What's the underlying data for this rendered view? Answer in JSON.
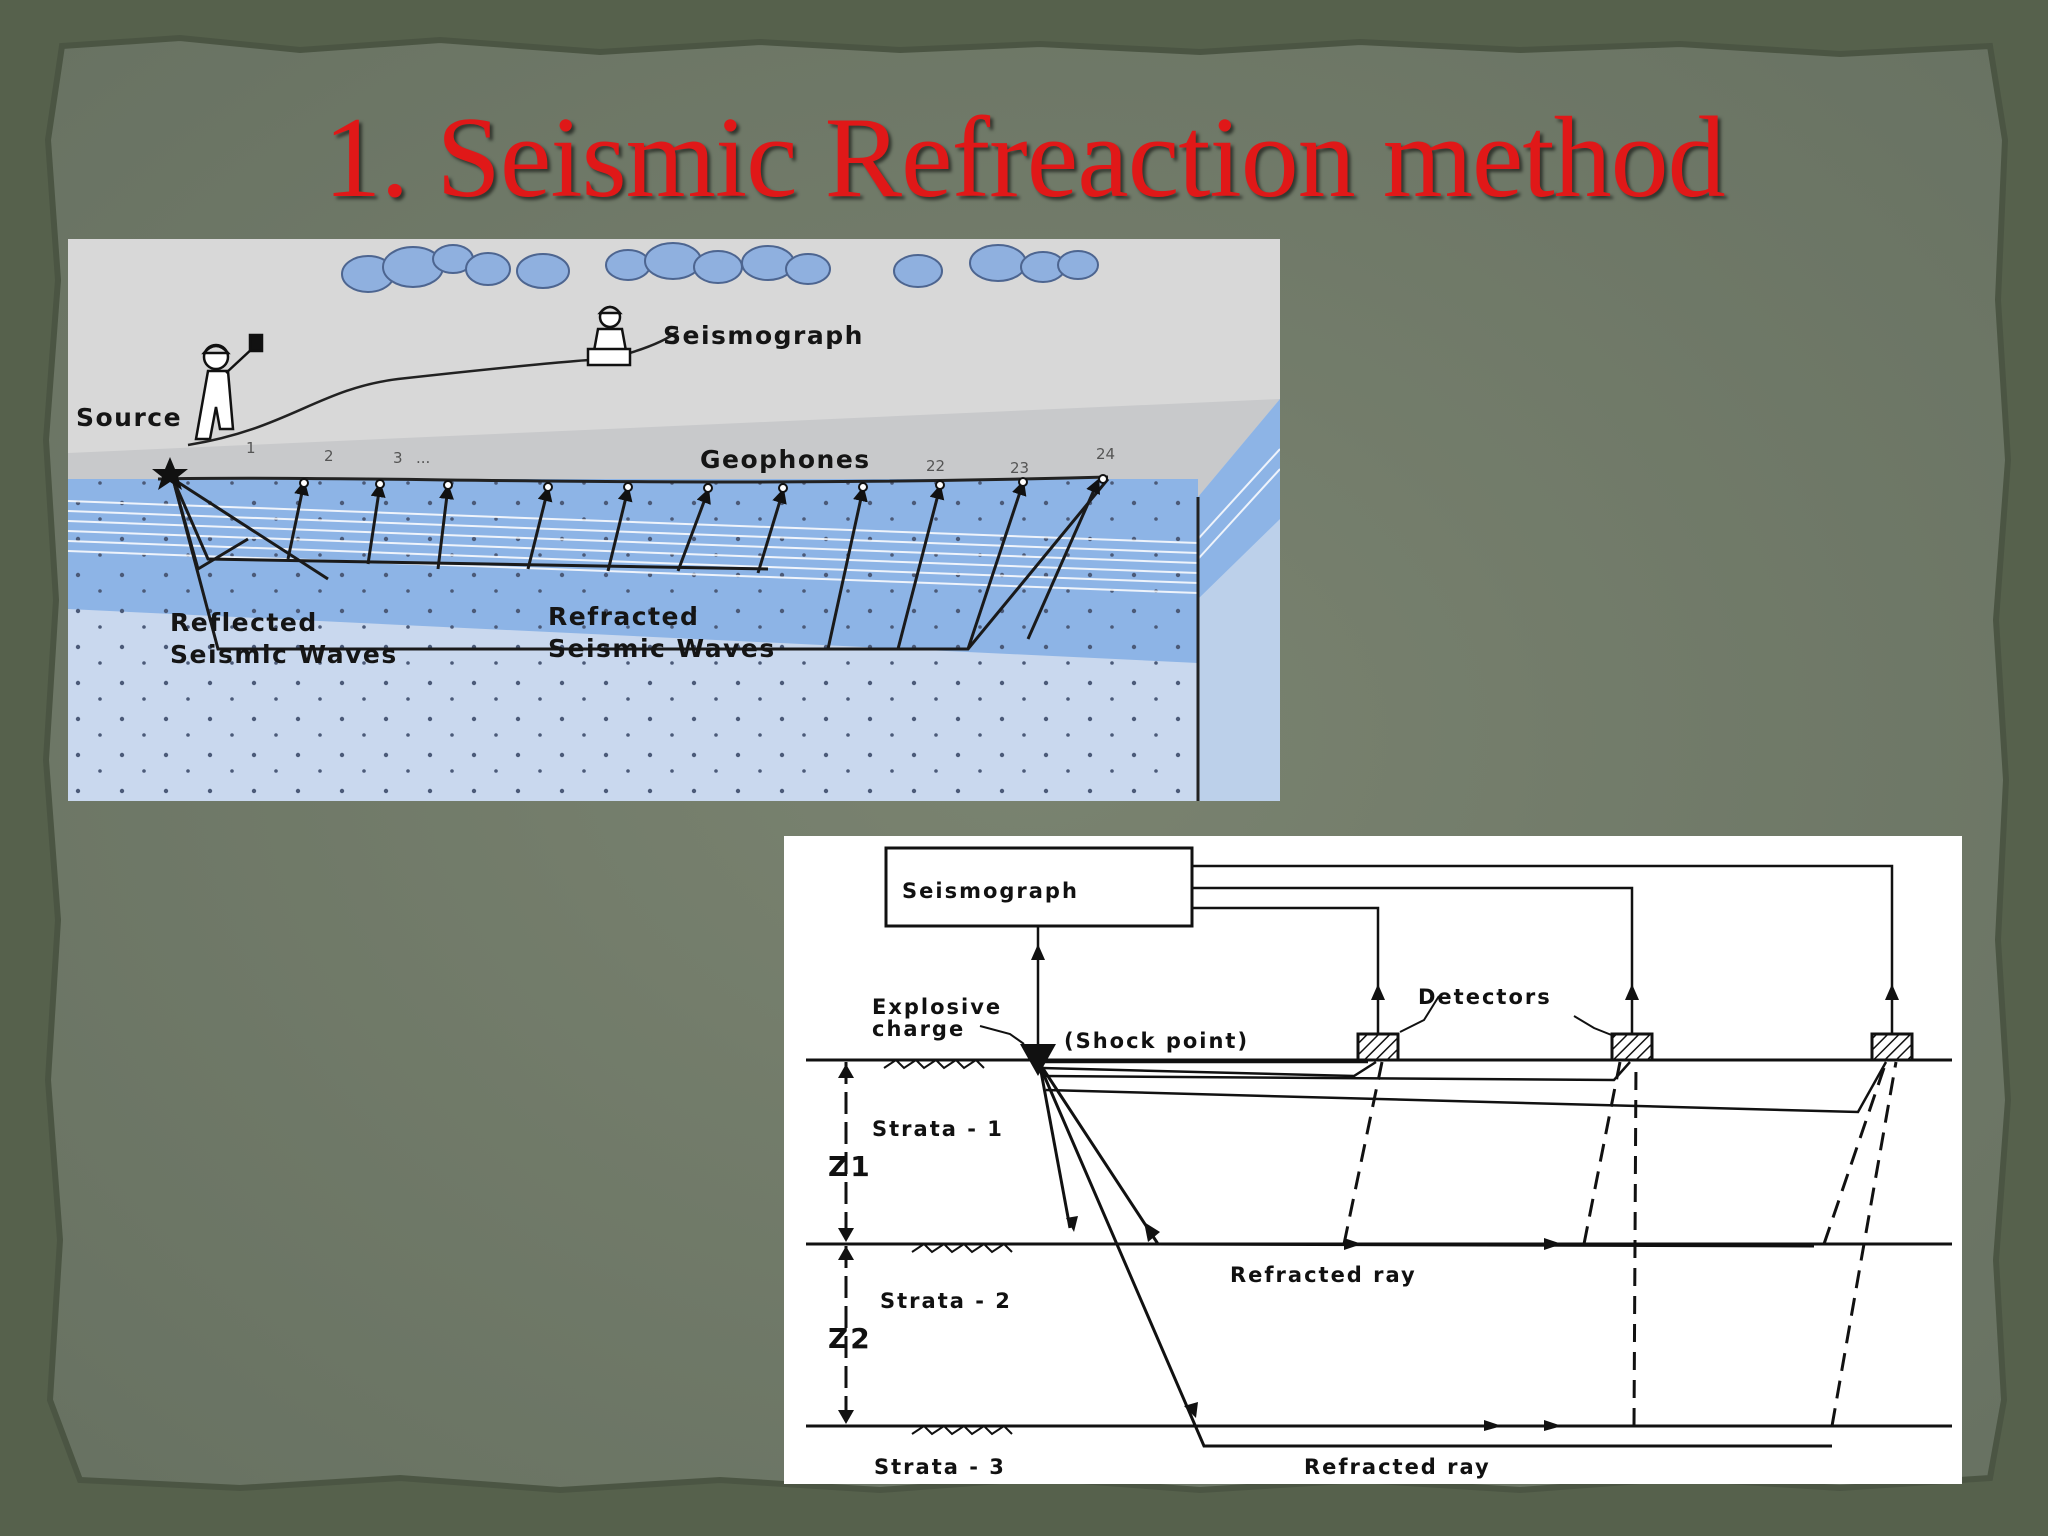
{
  "title": "1. Seismic Refreaction method",
  "fig1": {
    "seismograph": "Seismograph",
    "source": "Source",
    "geophones": "Geophones",
    "geophone_numbers": [
      "1",
      "2",
      "3",
      "...",
      "22",
      "23",
      "24"
    ],
    "reflected": [
      "Reflected",
      "Seismic Waves"
    ],
    "refracted": [
      "Refracted",
      "Seismic Waves"
    ]
  },
  "fig2": {
    "seismograph": "Seismograph",
    "explosive": [
      "Explosive",
      "charge"
    ],
    "shock_point": "(Shock point)",
    "detectors": "Detectors",
    "strata": [
      "Strata - 1",
      "Strata - 2",
      "Strata - 3"
    ],
    "z1": "Z1",
    "z2": "Z2",
    "refracted_ray": "Refracted ray"
  }
}
